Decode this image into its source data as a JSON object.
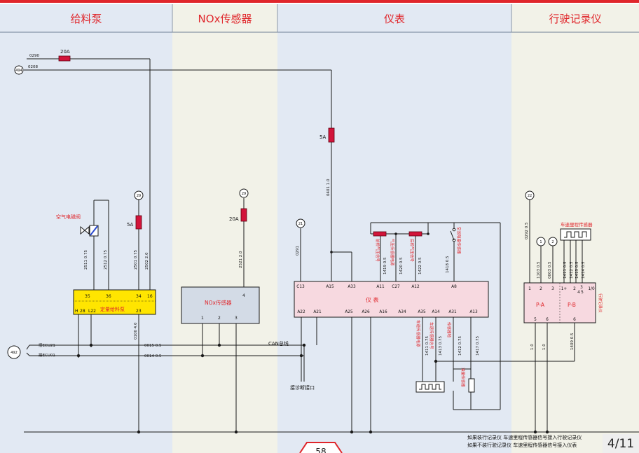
{
  "sections": [
    {
      "title": "给料泵"
    },
    {
      "title": "NOx传感器"
    },
    {
      "title": "仪表"
    },
    {
      "title": "行驶记录仪"
    }
  ],
  "colors": {
    "header_rule": "#e0262b",
    "label_red": "#e0262b",
    "box_yellow": "#ffe500",
    "box_pink": "#f7d9e0",
    "box_grey": "#d3dbe6",
    "fuse": "#d2143a",
    "band_blue": "#e2e9f3",
    "band_beige": "#f2f2e8",
    "wire": "#1a1a1a"
  },
  "connectors": {
    "c494": "494",
    "c492": "492",
    "c29a": "29",
    "c29b": "29",
    "c21": "21",
    "c22": "22",
    "c1": "1",
    "c2": "2"
  },
  "fuses": {
    "f1": "20A",
    "f2": "5A",
    "f3": "20A",
    "f4": "5A"
  },
  "top_wires": {
    "w0290": "0290",
    "w0208": "0208",
    "w0401": "0401  1.0"
  },
  "pump": {
    "valve_label": "空气电磁阀",
    "box_label": "定量给料泵",
    "pins": {
      "p35": "35",
      "p36": "36",
      "p34": "34",
      "p16": "16",
      "pH": "H",
      "p28": "28",
      "pL22": "L22",
      "p23": "23"
    },
    "wires": {
      "w2511": "2511  0.75",
      "w2512": "2512  0.75",
      "w2501": "2501  0.75",
      "w2502": "2502  2.0",
      "w0100": "0100  4.0"
    }
  },
  "nox": {
    "box_label": "NOx传感器",
    "pins": {
      "p4": "4",
      "p1": "1",
      "p2": "2",
      "p3": "3"
    },
    "wire": "2521  2.0"
  },
  "bus": {
    "can_h": "接ECU21",
    "can_l": "接ECU01",
    "w0015": "0015  0.5",
    "w0014": "0014  0.5",
    "can_label": "CAN总线",
    "diag_label": "接诊断接口"
  },
  "meter": {
    "box_label": "仪  表",
    "top_pins": [
      "C13",
      "A15",
      "A33",
      "A11",
      "C27",
      "A12",
      "A8"
    ],
    "bottom_pins": [
      "A22",
      "A21",
      "A25",
      "A26",
      "A16",
      "A34",
      "A35",
      "A14",
      "A31",
      "A13"
    ],
    "wire_0291": "0291",
    "sensor_front": "前桥气压信号",
    "sensor_rear": "后桥气压信号",
    "sensor_front_pwr": "气压传感器电源",
    "w1419": "1419  0.5",
    "w1420": "1420  0.5",
    "w1422": "1422  0.5",
    "w1418": "1418  0.5",
    "switch_label": "空滤阻塞传感器",
    "speed_sig": "车速传感器信号",
    "speed_pwr": "车速传感器电源",
    "sensor_gnd": "传感器地",
    "w1411": "1411  0.75",
    "w1413": "1413  0.75",
    "w1412": "1412  0.75",
    "w1417": "1417  0.75",
    "fuel_sensor": "油量传感器"
  },
  "recorder": {
    "sensor_label": "车速里程传感器",
    "box_label": "行驶记录仪",
    "pa": "P-A",
    "pb": "P-B",
    "wires": {
      "w0292": "0292  0.5",
      "w1103": "1103  0.5",
      "w0003": "0003  0.5",
      "w1411": "1411  0.5",
      "w1412": "1412  0.5",
      "w1413": "1413  0.5",
      "w1414": "1414  0.5",
      "w1409": "1409  0.5",
      "w10a": "1.0",
      "w10b": "1.0"
    },
    "pins_top": {
      "p1": "1",
      "p2": "2",
      "p3": "3",
      "p1p": "1+",
      "p2b": "2",
      "p3b": "3",
      "p4": "4",
      "p5": "5",
      "p10": "1/0"
    },
    "pins_bottom": {
      "p5": "5",
      "p6": "6",
      "p6b": "6"
    }
  },
  "notes": {
    "line1": "如果装行记录仪 车速里程传感器信号接入行驶记录仪",
    "line2": "如果不装行驶记录仪  车速里程传感器信号接入仪表"
  },
  "page_number": "4/11",
  "bottom_badge": "58"
}
